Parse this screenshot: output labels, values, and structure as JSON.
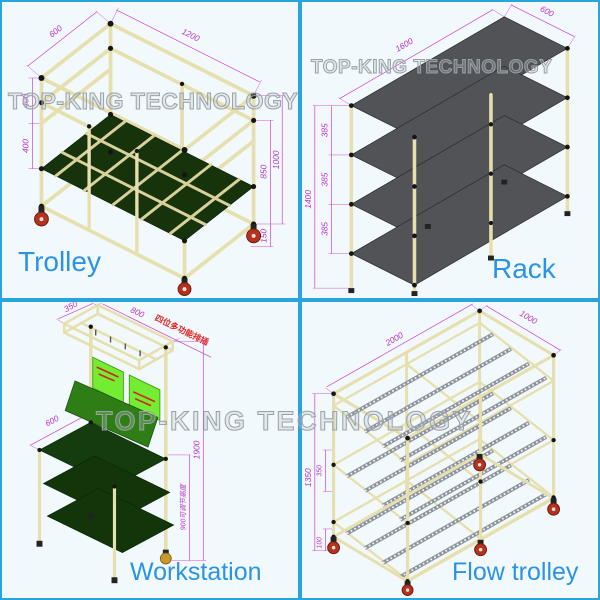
{
  "watermark": {
    "text": "TOP-KING TECHNOLOGY"
  },
  "colors": {
    "frame_border": "#2aa4dd",
    "quadrant_background": "#f2f9fd",
    "product_label": "#2b93e6",
    "dimension": "#bb33c4",
    "pipe": "#e6dfae",
    "deck_green": "#16330c",
    "rack_shelf_gray": "#515356",
    "panel_green": "#74ec31",
    "caster_red": "#b5321f",
    "watermark_gray": "#9aa1a8"
  },
  "quadrants": {
    "trolley": {
      "label": "Trolley",
      "dims": {
        "depth": "600",
        "width": "1200",
        "upper": "400",
        "lower": "400",
        "inner_height": "850",
        "total_height": "1000",
        "caster_height": "150"
      }
    },
    "rack": {
      "label": "Rack",
      "dims": {
        "depth": "600",
        "width": "1600",
        "shelf_gap": "385",
        "total_height": "1400"
      }
    },
    "workstation": {
      "label": "Workstation",
      "note": "四位多功能排插",
      "dims": {
        "depth": "350",
        "width": "800",
        "surface_depth": "600",
        "total_height": "1900",
        "adjustable": "900可调节高度"
      }
    },
    "flow_trolley": {
      "label": "Flow trolley",
      "dims": {
        "width": "2000",
        "depth": "1000",
        "total_height": "1350",
        "segment": "350",
        "caster_height": "100"
      }
    }
  }
}
